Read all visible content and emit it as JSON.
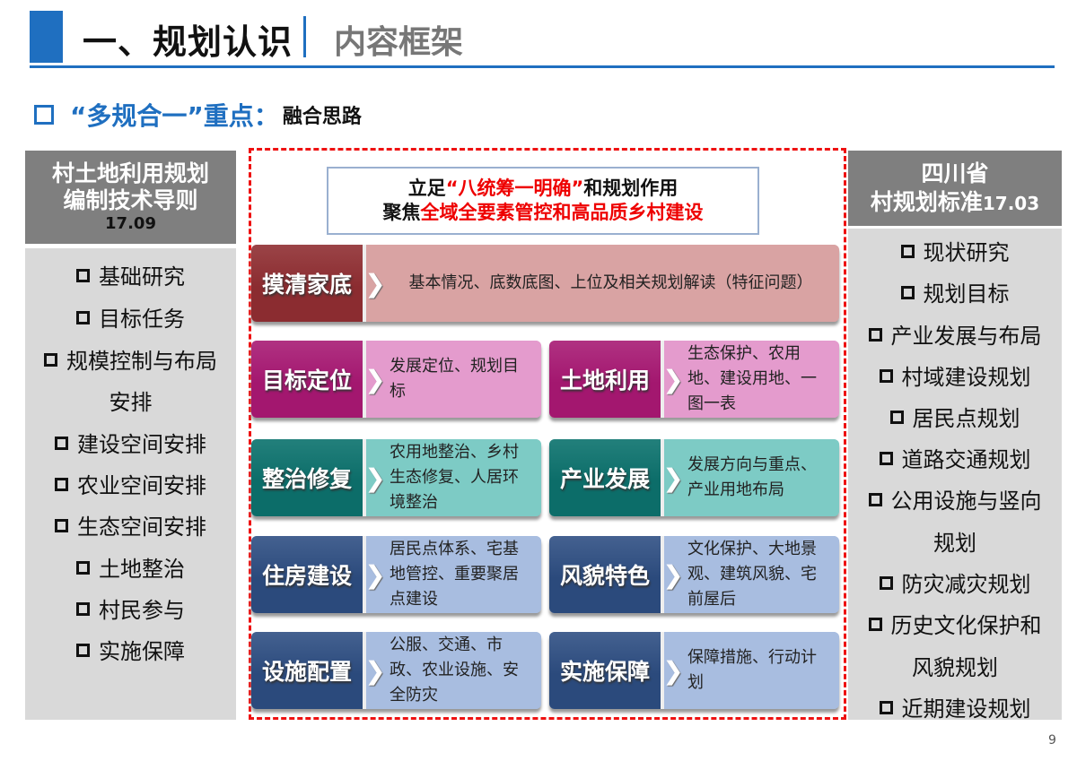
{
  "header": {
    "title": "一、规划认识",
    "subtitle": "内容框架"
  },
  "section": {
    "heading": "“多规合一”重点：",
    "subheading": "融合思路"
  },
  "left_panel": {
    "title_line1": "村土地利用规划",
    "title_line2": "编制技术导则",
    "version": "17.09",
    "items": [
      "基础研究",
      "目标任务",
      "规模控制与布局",
      "安排",
      "建设空间安排",
      "农业空间安排",
      "生态空间安排",
      "土地整治",
      "村民参与",
      "实施保障"
    ]
  },
  "right_panel": {
    "title_line1": "四川省",
    "title_line2": "村规划标准",
    "version": "17.03",
    "items": [
      "现状研究",
      "规划目标",
      "产业发展与布局",
      "村域建设规划",
      "居民点规划",
      "道路交通规划",
      "公用设施与竖向",
      "规划",
      "防灾减灾规划",
      "历史文化保护和",
      "风貌规划",
      "近期建设规划"
    ]
  },
  "center": {
    "line1_a": "立足",
    "line1_b": "“八统筹一明确”",
    "line1_c": "和规划作用",
    "line2_a": "聚焦",
    "line2_b": "全域全要素管控和高品质乡村建设",
    "cards": [
      {
        "label": "摸清家底",
        "desc": "基本情况、底数底图、上位及相关规划解读（特征问题）",
        "color": "#8b2c30",
        "desc_color": "#d9a3a3"
      },
      {
        "label": "目标定位",
        "desc": "发展定位、规划目标",
        "color": "#a3176f",
        "desc_color": "#e49bcd"
      },
      {
        "label": "土地利用",
        "desc": "生态保护、农用地、建设用地、一图一表",
        "color": "#a3176f",
        "desc_color": "#e49bcd"
      },
      {
        "label": "整治修复",
        "desc": "农用地整治、乡村生态修复、人居环境整治",
        "color": "#0c6d69",
        "desc_color": "#7dcbc5"
      },
      {
        "label": "产业发展",
        "desc": "发展方向与重点、产业用地布局",
        "color": "#0c6d69",
        "desc_color": "#7dcbc5"
      },
      {
        "label": "住房建设",
        "desc": "居民点体系、宅基地管控、重要聚居点建设",
        "color": "#2b4a7c",
        "desc_color": "#a8bde0"
      },
      {
        "label": "风貌特色",
        "desc": "文化保护、大地景观、建筑风貌、宅前屋后",
        "color": "#2b4a7c",
        "desc_color": "#a8bde0"
      },
      {
        "label": "设施配置",
        "desc": "公服、交通、市政、农业设施、安全防灾",
        "color": "#2b4a7c",
        "desc_color": "#a8bde0"
      },
      {
        "label": "实施保障",
        "desc": "保障措施、行动计划",
        "color": "#2b4a7c",
        "desc_color": "#a8bde0"
      }
    ]
  },
  "page_number": "9"
}
